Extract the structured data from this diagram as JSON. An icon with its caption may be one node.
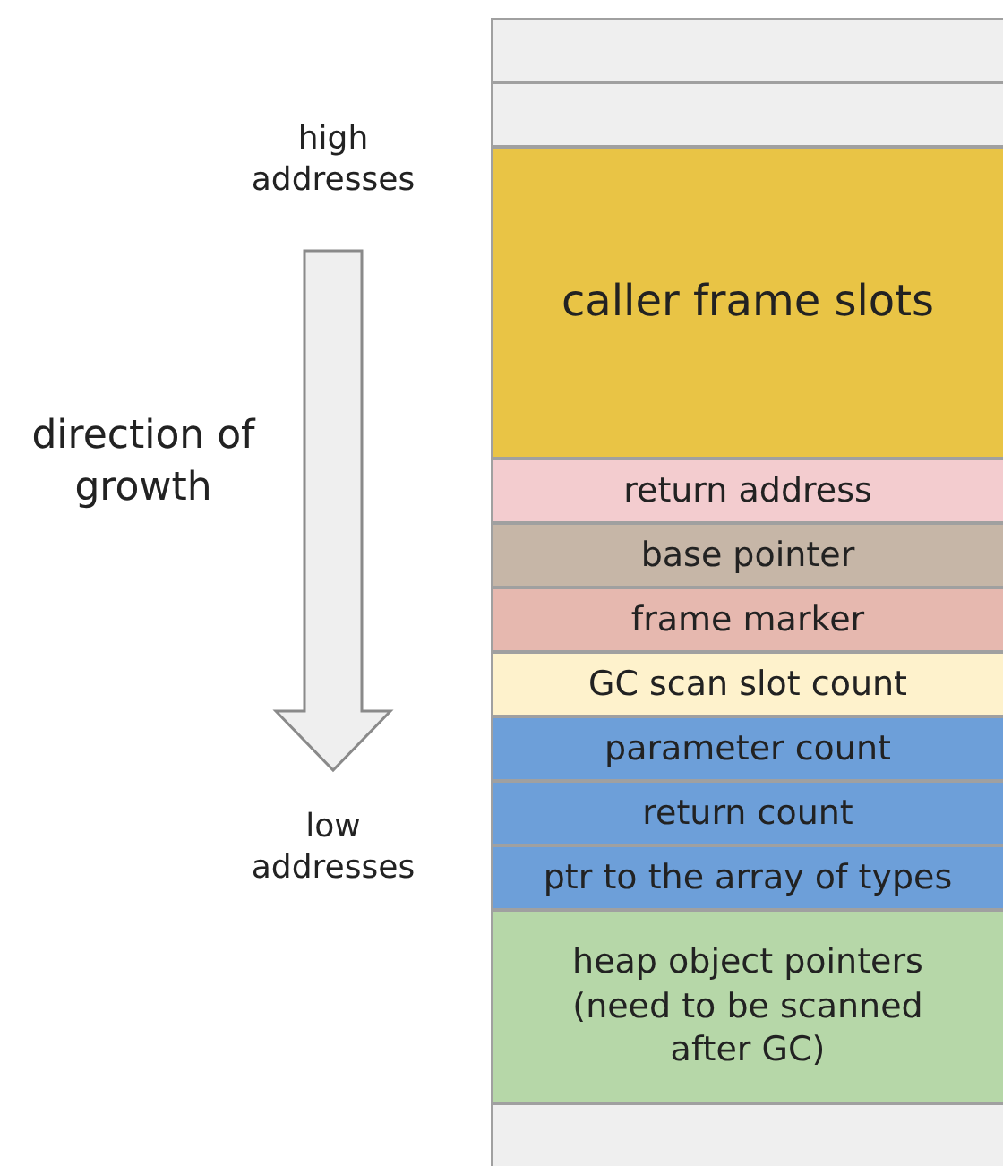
{
  "diagram": {
    "nodes": [
      {
        "text": [],
        "shape": "box"
      },
      {
        "text": [],
        "shape": "box"
      },
      {
        "text": [
          "caller frame slots"
        ]
      },
      {
        "text": [
          "return address"
        ]
      },
      {
        "text": [
          "base pointer"
        ]
      },
      {
        "text": [
          "frame marker"
        ]
      },
      {
        "text": [
          "GC scan slot count"
        ]
      },
      {
        "text": [
          "parameter count"
        ]
      },
      {
        "text": [
          "return count"
        ]
      },
      {
        "text": [
          "ptr to the array of types"
        ]
      },
      {
        "text": [
          "heap object pointers (need to be scanned after GC)"
        ]
      },
      {
        "text": [],
        "shape": "box"
      }
    ],
    "labels": [
      "high addresses",
      "direction of growth",
      "low addresses"
    ]
  }
}
